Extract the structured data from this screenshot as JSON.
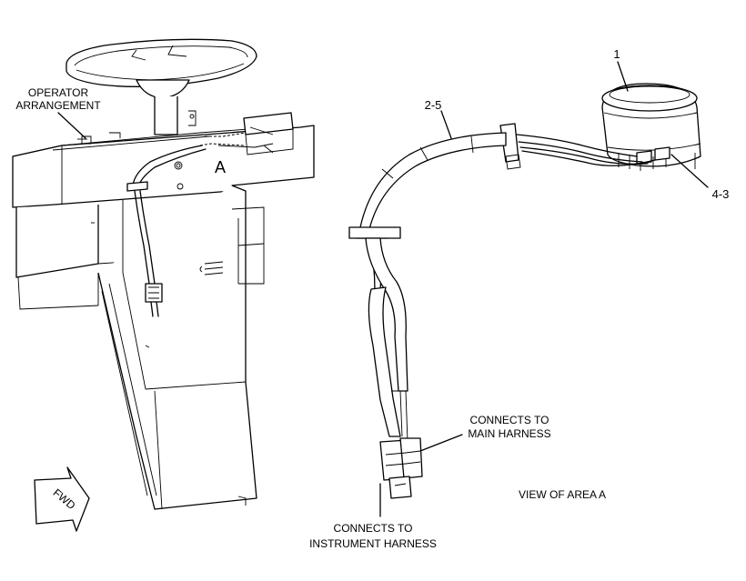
{
  "labels": {
    "operator_arrangement_line1": "OPERATOR",
    "operator_arrangement_line2": "ARRANGEMENT",
    "area_marker": "A",
    "callout_1": "1",
    "callout_2_5": "2-5",
    "callout_4_3": "4-3",
    "main_harness_line1": "CONNECTS TO",
    "main_harness_line2": "MAIN HARNESS",
    "instrument_harness_line1": "CONNECTS TO",
    "instrument_harness_line2": "INSTRUMENT HARNESS",
    "view_caption": "VIEW OF AREA  A",
    "fwd_arrow": "FWD"
  }
}
